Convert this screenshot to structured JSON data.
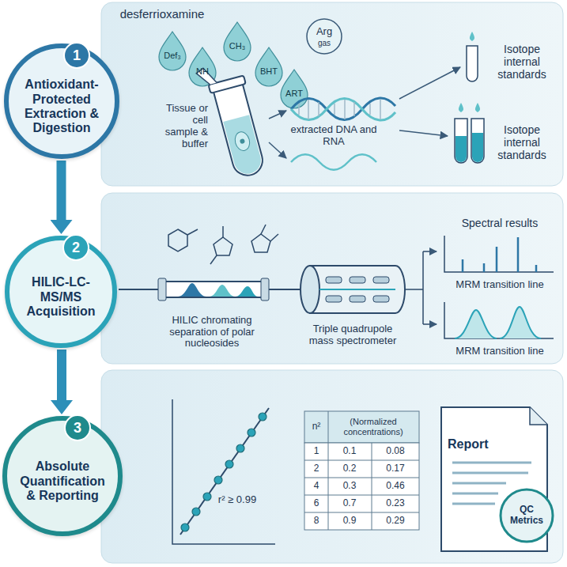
{
  "diagram": {
    "nodes": [
      {
        "text": [
          "1",
          "Antioxidant-Protected Extraction & Digestion"
        ]
      },
      {
        "text": [
          "2",
          "HILIC-LC-MS/MS Acquisition"
        ]
      },
      {
        "text": [
          "3",
          "Absolute Quantification & Reporting"
        ]
      }
    ],
    "edges": [
      {
        "from": 0,
        "to": 1,
        "arrow": "to"
      },
      {
        "from": 1,
        "to": 2,
        "arrow": "to"
      }
    ],
    "labels": [
      "desferrioxamine",
      "Def₃",
      "CH₃",
      "NH",
      "BHT",
      "ART",
      "Arg",
      "gas",
      "Tissue or cell sample & buffer",
      "extracted DNA and RNA",
      "Isotope internal standards",
      "Isotope internal standards",
      "HILIC chromating separation of polar nucleosides",
      "Triple quadrupole mass spectrometer",
      "Spectral results",
      "MRM transition line",
      "MRM transition line",
      "r² ≥ 0.99",
      "n²",
      "(Normalized concentrations)",
      "1",
      "0.1",
      "0.08",
      "2",
      "0.2",
      "0.17",
      "4",
      "0.3",
      "0.46",
      "6",
      "0.7",
      "0.23",
      "8",
      "0.9",
      "0.29",
      "Report",
      "QC Metrics"
    ]
  }
}
